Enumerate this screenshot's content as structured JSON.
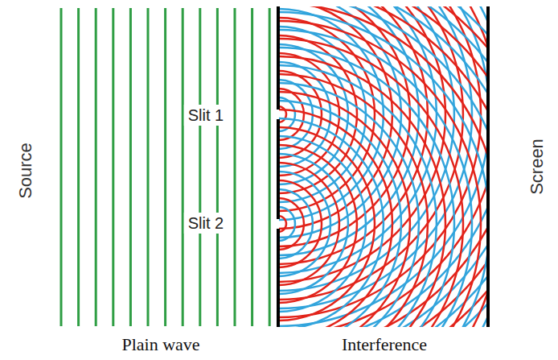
{
  "diagram": {
    "labels": [
      "Source",
      "Slit 1",
      "Slit 2",
      "Plain wave",
      "Interference",
      "Screen"
    ]
  }
}
